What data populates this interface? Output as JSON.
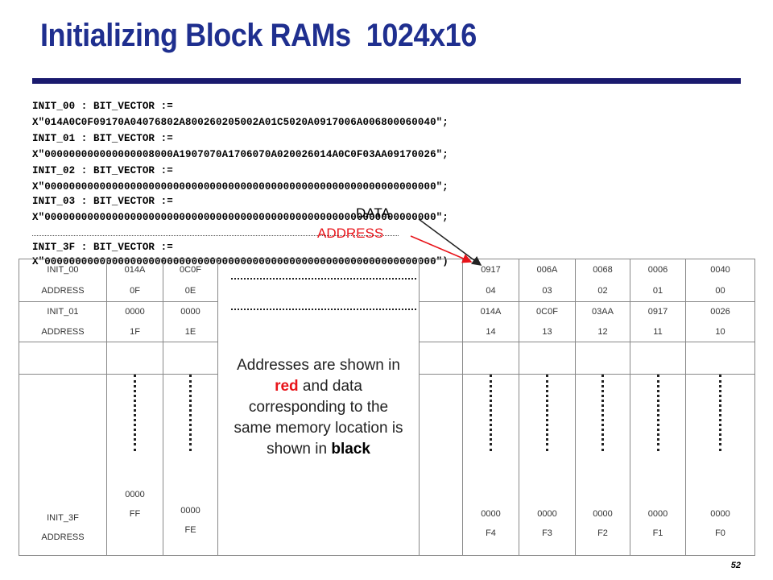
{
  "title": "Initializing Block RAMs  1024x16",
  "code_lines": [
    "INIT_00 : BIT_VECTOR :=",
    "X\"014A0C0F09170A04076802A800260205002A01C5020A0917006A006800060040\";",
    "INIT_01 : BIT_VECTOR :=",
    "X\"000000000000000008000A1907070A1706070A020026014A0C0F03AA09170026\";",
    "INIT_02 : BIT_VECTOR :=",
    "X\"0000000000000000000000000000000000000000000000000000000000000000\";",
    "INIT_03 : BIT_VECTOR :=",
    "X\"0000000000000000000000000000000000000000000000000000000000000000\";",
    "INIT_3F : BIT_VECTOR :=",
    "X\"0000000000000000000000000000000000000000000000000000000000000000\")"
  ],
  "labels": {
    "data": "DATA",
    "address": "ADDRESS"
  },
  "table": {
    "row00": {
      "name": "INIT_00",
      "addr_label": "ADDRESS",
      "left": [
        {
          "data": "014A",
          "addr": "0F"
        },
        {
          "data": "0C0F",
          "addr": "0E"
        }
      ],
      "right": [
        {
          "data": "0917",
          "addr": "04"
        },
        {
          "data": "006A",
          "addr": "03"
        },
        {
          "data": "0068",
          "addr": "02"
        },
        {
          "data": "0006",
          "addr": "01"
        },
        {
          "data": "0040",
          "addr": "00"
        }
      ]
    },
    "row01": {
      "name": "INIT_01",
      "addr_label": "ADDRESS",
      "left": [
        {
          "data": "0000",
          "addr": "1F"
        },
        {
          "data": "0000",
          "addr": "1E"
        }
      ],
      "right": [
        {
          "data": "014A",
          "addr": "14"
        },
        {
          "data": "0C0F",
          "addr": "13"
        },
        {
          "data": "03AA",
          "addr": "12"
        },
        {
          "data": "0917",
          "addr": "11"
        },
        {
          "data": "0026",
          "addr": "10"
        }
      ]
    },
    "row3f": {
      "name": "INIT_3F",
      "addr_label": "ADDRESS",
      "left": [
        {
          "data": "0000",
          "addr": "FF"
        },
        {
          "data": "0000",
          "addr": "FE"
        }
      ],
      "right": [
        {
          "data": "0000",
          "addr": "F4"
        },
        {
          "data": "0000",
          "addr": "F3"
        },
        {
          "data": "0000",
          "addr": "F2"
        },
        {
          "data": "0000",
          "addr": "F1"
        },
        {
          "data": "0000",
          "addr": "F0"
        }
      ]
    },
    "note": {
      "p1": "Addresses are shown in ",
      "red": "red",
      "p2": " and data corresponding to the same memory location is shown in ",
      "black": "black"
    }
  },
  "page_number": "52"
}
